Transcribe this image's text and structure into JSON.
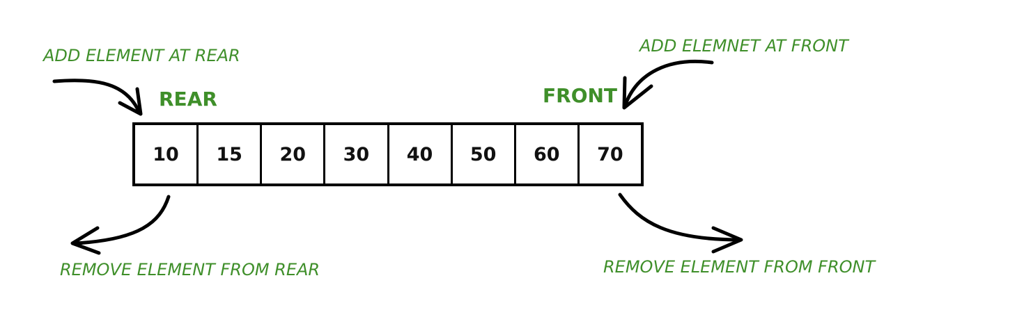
{
  "diagram": {
    "annotations": {
      "add_rear": "ADD ELEMENT AT REAR",
      "add_front": "ADD ELEMNET AT FRONT",
      "remove_rear": "REMOVE ELEMENT FROM REAR",
      "remove_front": "REMOVE ELEMENT FROM FRONT"
    },
    "labels": {
      "rear": "REAR",
      "front": "FRONT"
    },
    "cells": [
      {
        "value": "10"
      },
      {
        "value": "15"
      },
      {
        "value": "20"
      },
      {
        "value": "30"
      },
      {
        "value": "40"
      },
      {
        "value": "50"
      },
      {
        "value": "60"
      },
      {
        "value": "70"
      }
    ],
    "colors": {
      "annotation_text": "#3f8f2a",
      "border": "#000000",
      "arrow": "#000000",
      "background": "#ffffff"
    }
  }
}
